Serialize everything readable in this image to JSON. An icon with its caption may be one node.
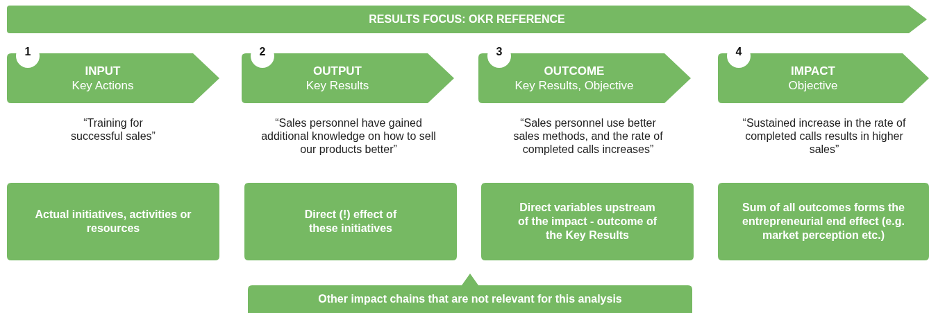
{
  "diagram": {
    "nodes": [
      {
        "text": [
          "RESULTS FOCUS: OKR REFERENCE"
        ]
      },
      {
        "text": [
          "INPUT",
          "Key Actions"
        ],
        "beside": [
          "1"
        ]
      },
      {
        "text": [
          "OUTPUT",
          "Key Results"
        ],
        "beside": [
          "2"
        ]
      },
      {
        "text": [
          "OUTCOME",
          "Key Results, Objective"
        ],
        "beside": [
          "3"
        ]
      },
      {
        "text": [
          "IMPACT",
          "Objective"
        ],
        "beside": [
          "4"
        ]
      },
      {
        "text": [
          "Actual initiatives, activities or resources"
        ]
      },
      {
        "text": [
          "Direct (!) effect of these initiatives"
        ]
      },
      {
        "text": [
          "Direct variables upstream of the impact - outcome of the Key Results"
        ]
      },
      {
        "text": [
          "Sum of all outcomes forms the entrepreneurial end effect (e.g. market perception etc.)"
        ]
      },
      {
        "text": [
          "Other impact chains that are not relevant for this analysis"
        ]
      }
    ],
    "edges": [],
    "labels": [
      "“Training for successful sales”",
      "“Sales personnel have gained additional knowledge on how to sell our products better”",
      "“Sales personnel use better sales methods, and the rate of completed calls increases”",
      "“Sustained increase in the rate of completed calls results in higher sales”"
    ]
  }
}
